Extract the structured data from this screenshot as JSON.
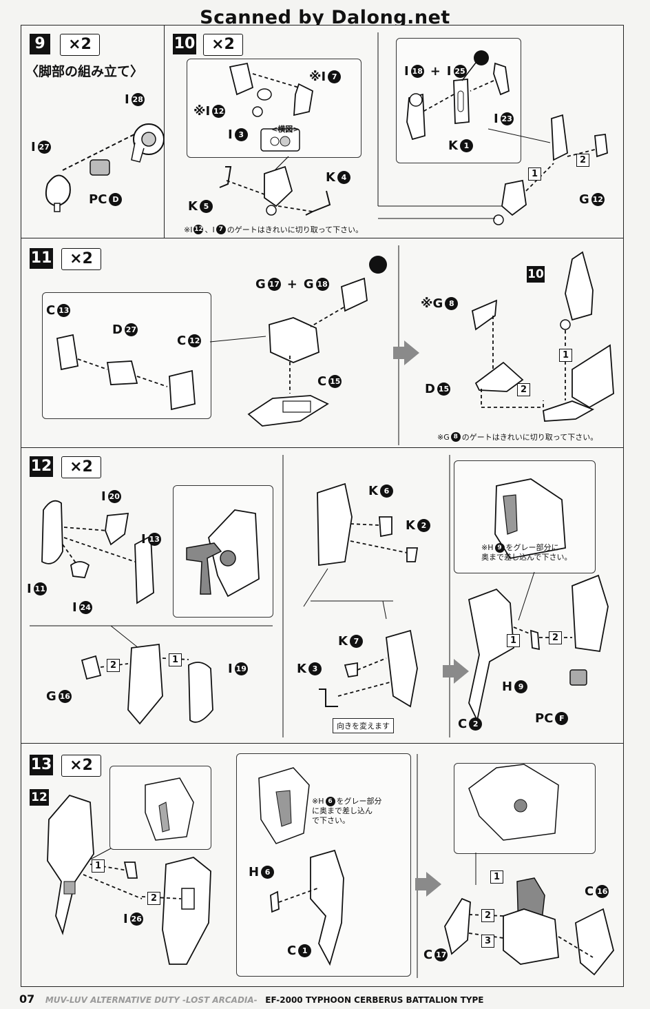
{
  "header": "Scanned by Dalong.net",
  "steps": {
    "s9": {
      "num": "9",
      "mult": "×2",
      "title": "〈脚部の組み立て〉"
    },
    "s10": {
      "num": "10",
      "mult": "×2"
    },
    "s11": {
      "num": "11",
      "mult": "×2"
    },
    "s12": {
      "num": "12",
      "mult": "×2"
    },
    "s13": {
      "num": "13",
      "mult": "×2"
    }
  },
  "refs": {
    "r10": "10",
    "r12": "12"
  },
  "labels": {
    "i28": "I",
    "i28n": "28",
    "i27": "I",
    "i27n": "27",
    "pcd": "PC",
    "pcdn": "D",
    "s10_x_i7": "※I",
    "s10_i7n": "7",
    "s10_x_i12": "※I",
    "s10_i12n": "12",
    "s10_i3": "I",
    "s10_i3n": "3",
    "s10_yoko": "<横図>",
    "s10_k4": "K",
    "s10_k4n": "4",
    "s10_k5": "K",
    "s10_k5n": "5",
    "s10_i18": "I",
    "s10_i18n": "18",
    "plus": "+",
    "s10_i25": "I",
    "s10_i25n": "25",
    "s10_k1": "K",
    "s10_k1n": "1",
    "s10_i23": "I",
    "s10_i23n": "23",
    "s10_g12": "G",
    "s10_g12n": "12",
    "s11_c13": "C",
    "s11_c13n": "13",
    "s11_d27": "D",
    "s11_d27n": "27",
    "s11_c12": "C",
    "s11_c12n": "12",
    "s11_g17": "G",
    "s11_g17n": "17",
    "s11_g18": "G",
    "s11_g18n": "18",
    "s11_c15": "C",
    "s11_c15n": "15",
    "s11_xg8": "※G",
    "s11_g8n": "8",
    "s11_d15": "D",
    "s11_d15n": "15",
    "s12_i20": "I",
    "s12_i20n": "20",
    "s12_i13": "I",
    "s12_i13n": "13",
    "s12_i11": "I",
    "s12_i11n": "11",
    "s12_i24": "I",
    "s12_i24n": "24",
    "s12_g16": "G",
    "s12_g16n": "16",
    "s12_i19": "I",
    "s12_i19n": "19",
    "s12_k6": "K",
    "s12_k6n": "6",
    "s12_k2": "K",
    "s12_k2n": "2",
    "s12_k7": "K",
    "s12_k7n": "7",
    "s12_k3": "K",
    "s12_k3n": "3",
    "s12_h9": "H",
    "s12_h9n": "9",
    "s12_c2": "C",
    "s12_c2n": "2",
    "s12_pcf": "PC",
    "s12_pcfn": "F",
    "s13_i26": "I",
    "s13_i26n": "26",
    "s13_h6": "H",
    "s13_h6n": "6",
    "s13_c1": "C",
    "s13_c1n": "1",
    "s13_c16": "C",
    "s13_c16n": "16",
    "s13_c17": "C",
    "s13_c17n": "17"
  },
  "notes": {
    "s10_gate": "※I",
    "s10_gate_n1": "12",
    "s10_gate_mid": "、I",
    "s10_gate_n2": "7",
    "s10_gate_tail": "のゲートはきれいに切り取って下さい。",
    "s11_gate": "※G",
    "s11_gate_n": "8",
    "s11_gate_tail": "のゲートはきれいに切り取って下さい。",
    "s12_h9_a": "※H",
    "s12_h9_n": "9",
    "s12_h9_b": "をグレー部分に",
    "s12_h9_c": "奥まで差し込んで下さい。",
    "s12_turn": "向きを変えます",
    "s13_h6_a": "※H",
    "s13_h6_n": "6",
    "s13_h6_b": "をグレー部分",
    "s13_h6_c": "に奥まで差し込ん",
    "s13_h6_d": "で下さい。"
  },
  "order": {
    "one": "1",
    "two": "2",
    "three": "3"
  },
  "footer": {
    "page": "07",
    "subtitle": "MUV-LUV ALTERNATIVE DUTY -LOST ARCADIA-",
    "title": "EF-2000 TYPHOON CERBERUS BATTALION TYPE"
  }
}
